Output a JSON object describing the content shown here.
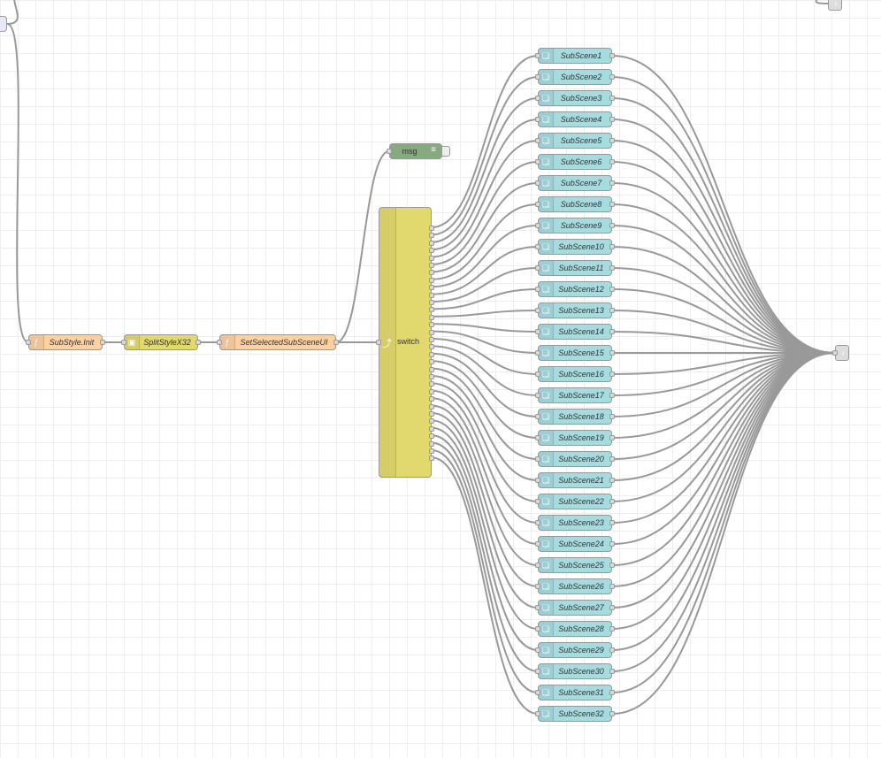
{
  "flow": {
    "func_init": "SubStyle.Init",
    "split": "SplitStyleX32",
    "func_select": "SetSelectedSubSceneUI",
    "switch_label": "switch",
    "debug_label": "msg",
    "subscenes": [
      "SubScene1",
      "SubScene2",
      "SubScene3",
      "SubScene4",
      "SubScene5",
      "SubScene6",
      "SubScene7",
      "SubScene8",
      "SubScene9",
      "SubScene10",
      "SubScene11",
      "SubScene12",
      "SubScene13",
      "SubScene14",
      "SubScene15",
      "SubScene16",
      "SubScene17",
      "SubScene18",
      "SubScene19",
      "SubScene20",
      "SubScene21",
      "SubScene22",
      "SubScene23",
      "SubScene24",
      "SubScene25",
      "SubScene26",
      "SubScene27",
      "SubScene28",
      "SubScene29",
      "SubScene30",
      "SubScene31",
      "SubScene32"
    ]
  },
  "colors": {
    "subflow": "#a6dcdf",
    "function": "#fdd0a2",
    "switch": "#e2d96e",
    "debug": "#87a980",
    "wire": "#999999"
  }
}
